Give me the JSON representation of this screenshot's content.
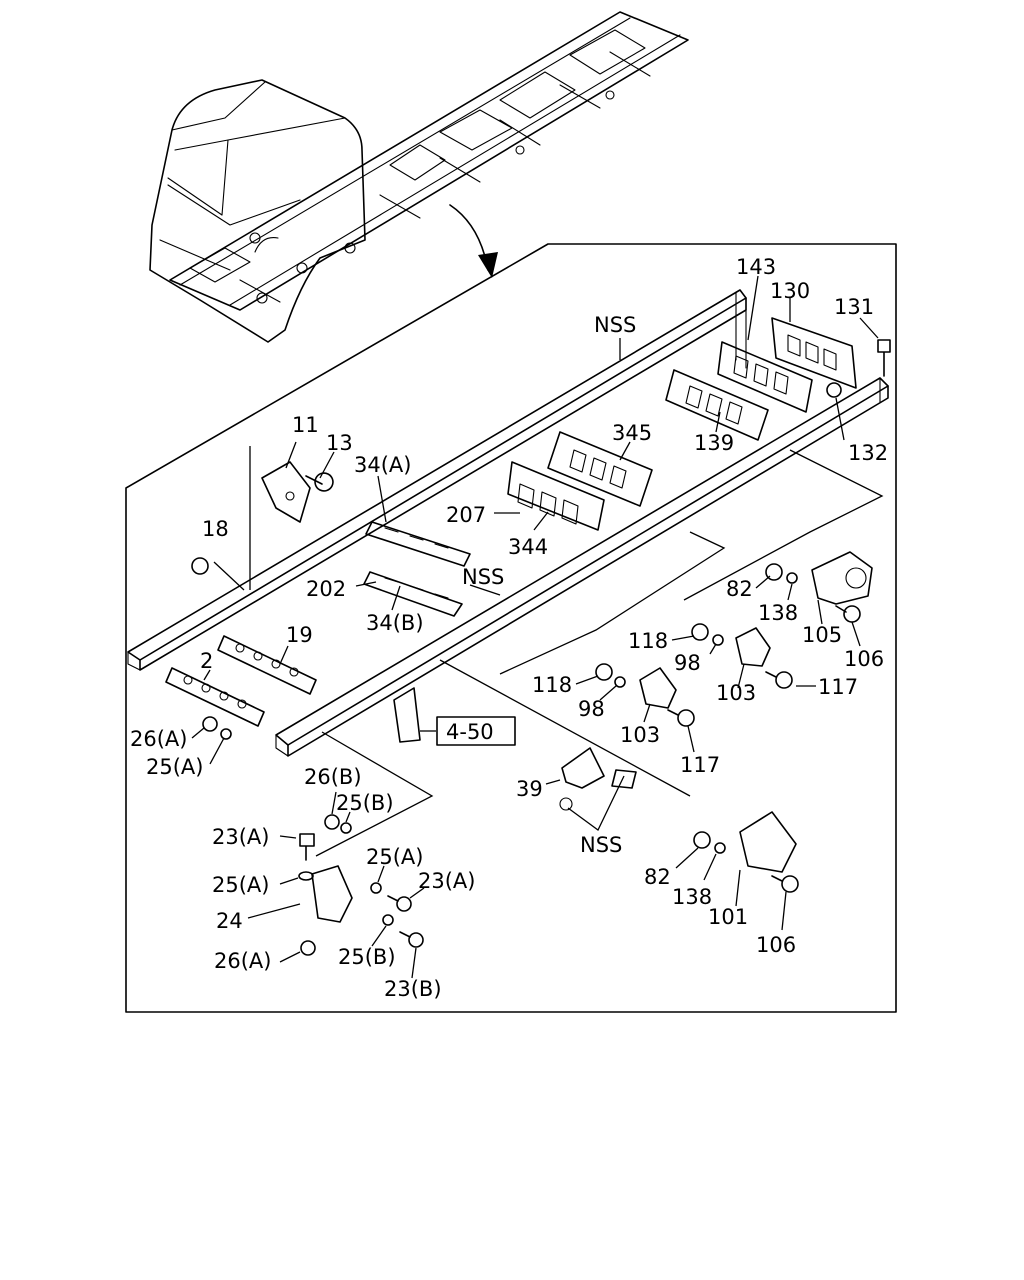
{
  "diagram": {
    "labels": {
      "p143": "143",
      "p130": "130",
      "p131": "131",
      "nss_top": "NSS",
      "p132": "132",
      "p345": "345",
      "p139": "139",
      "p11": "11",
      "p13": "13",
      "p34a": "34(A)",
      "p207": "207",
      "p344": "344",
      "p18": "18",
      "p202": "202",
      "nss_mid": "NSS",
      "p34b": "34(B)",
      "p19": "19",
      "p2": "2",
      "p26a_top": "26(A)",
      "p25a_top": "25(A)",
      "p82_top": "82",
      "p138_top": "138",
      "p105": "105",
      "p106_top": "106",
      "p118_a": "118",
      "p98_a": "98",
      "p103_a": "103",
      "p117_a": "117",
      "p118_b": "118",
      "p98_b": "98",
      "p103_b": "103",
      "p117_b": "117",
      "ref_box": "4-50",
      "p39": "39",
      "nss_bottom": "NSS",
      "p26b": "26(B)",
      "p25b_top": "25(B)",
      "p23a_top": "23(A)",
      "p25a_mid": "25(A)",
      "p25a_left": "25(A)",
      "p23a_right": "23(A)",
      "p24": "24",
      "p26a_bottom": "26(A)",
      "p25b_bottom": "25(B)",
      "p23b": "23(B)",
      "p82_bottom": "82",
      "p138_bottom": "138",
      "p101": "101",
      "p106_bottom": "106"
    }
  }
}
